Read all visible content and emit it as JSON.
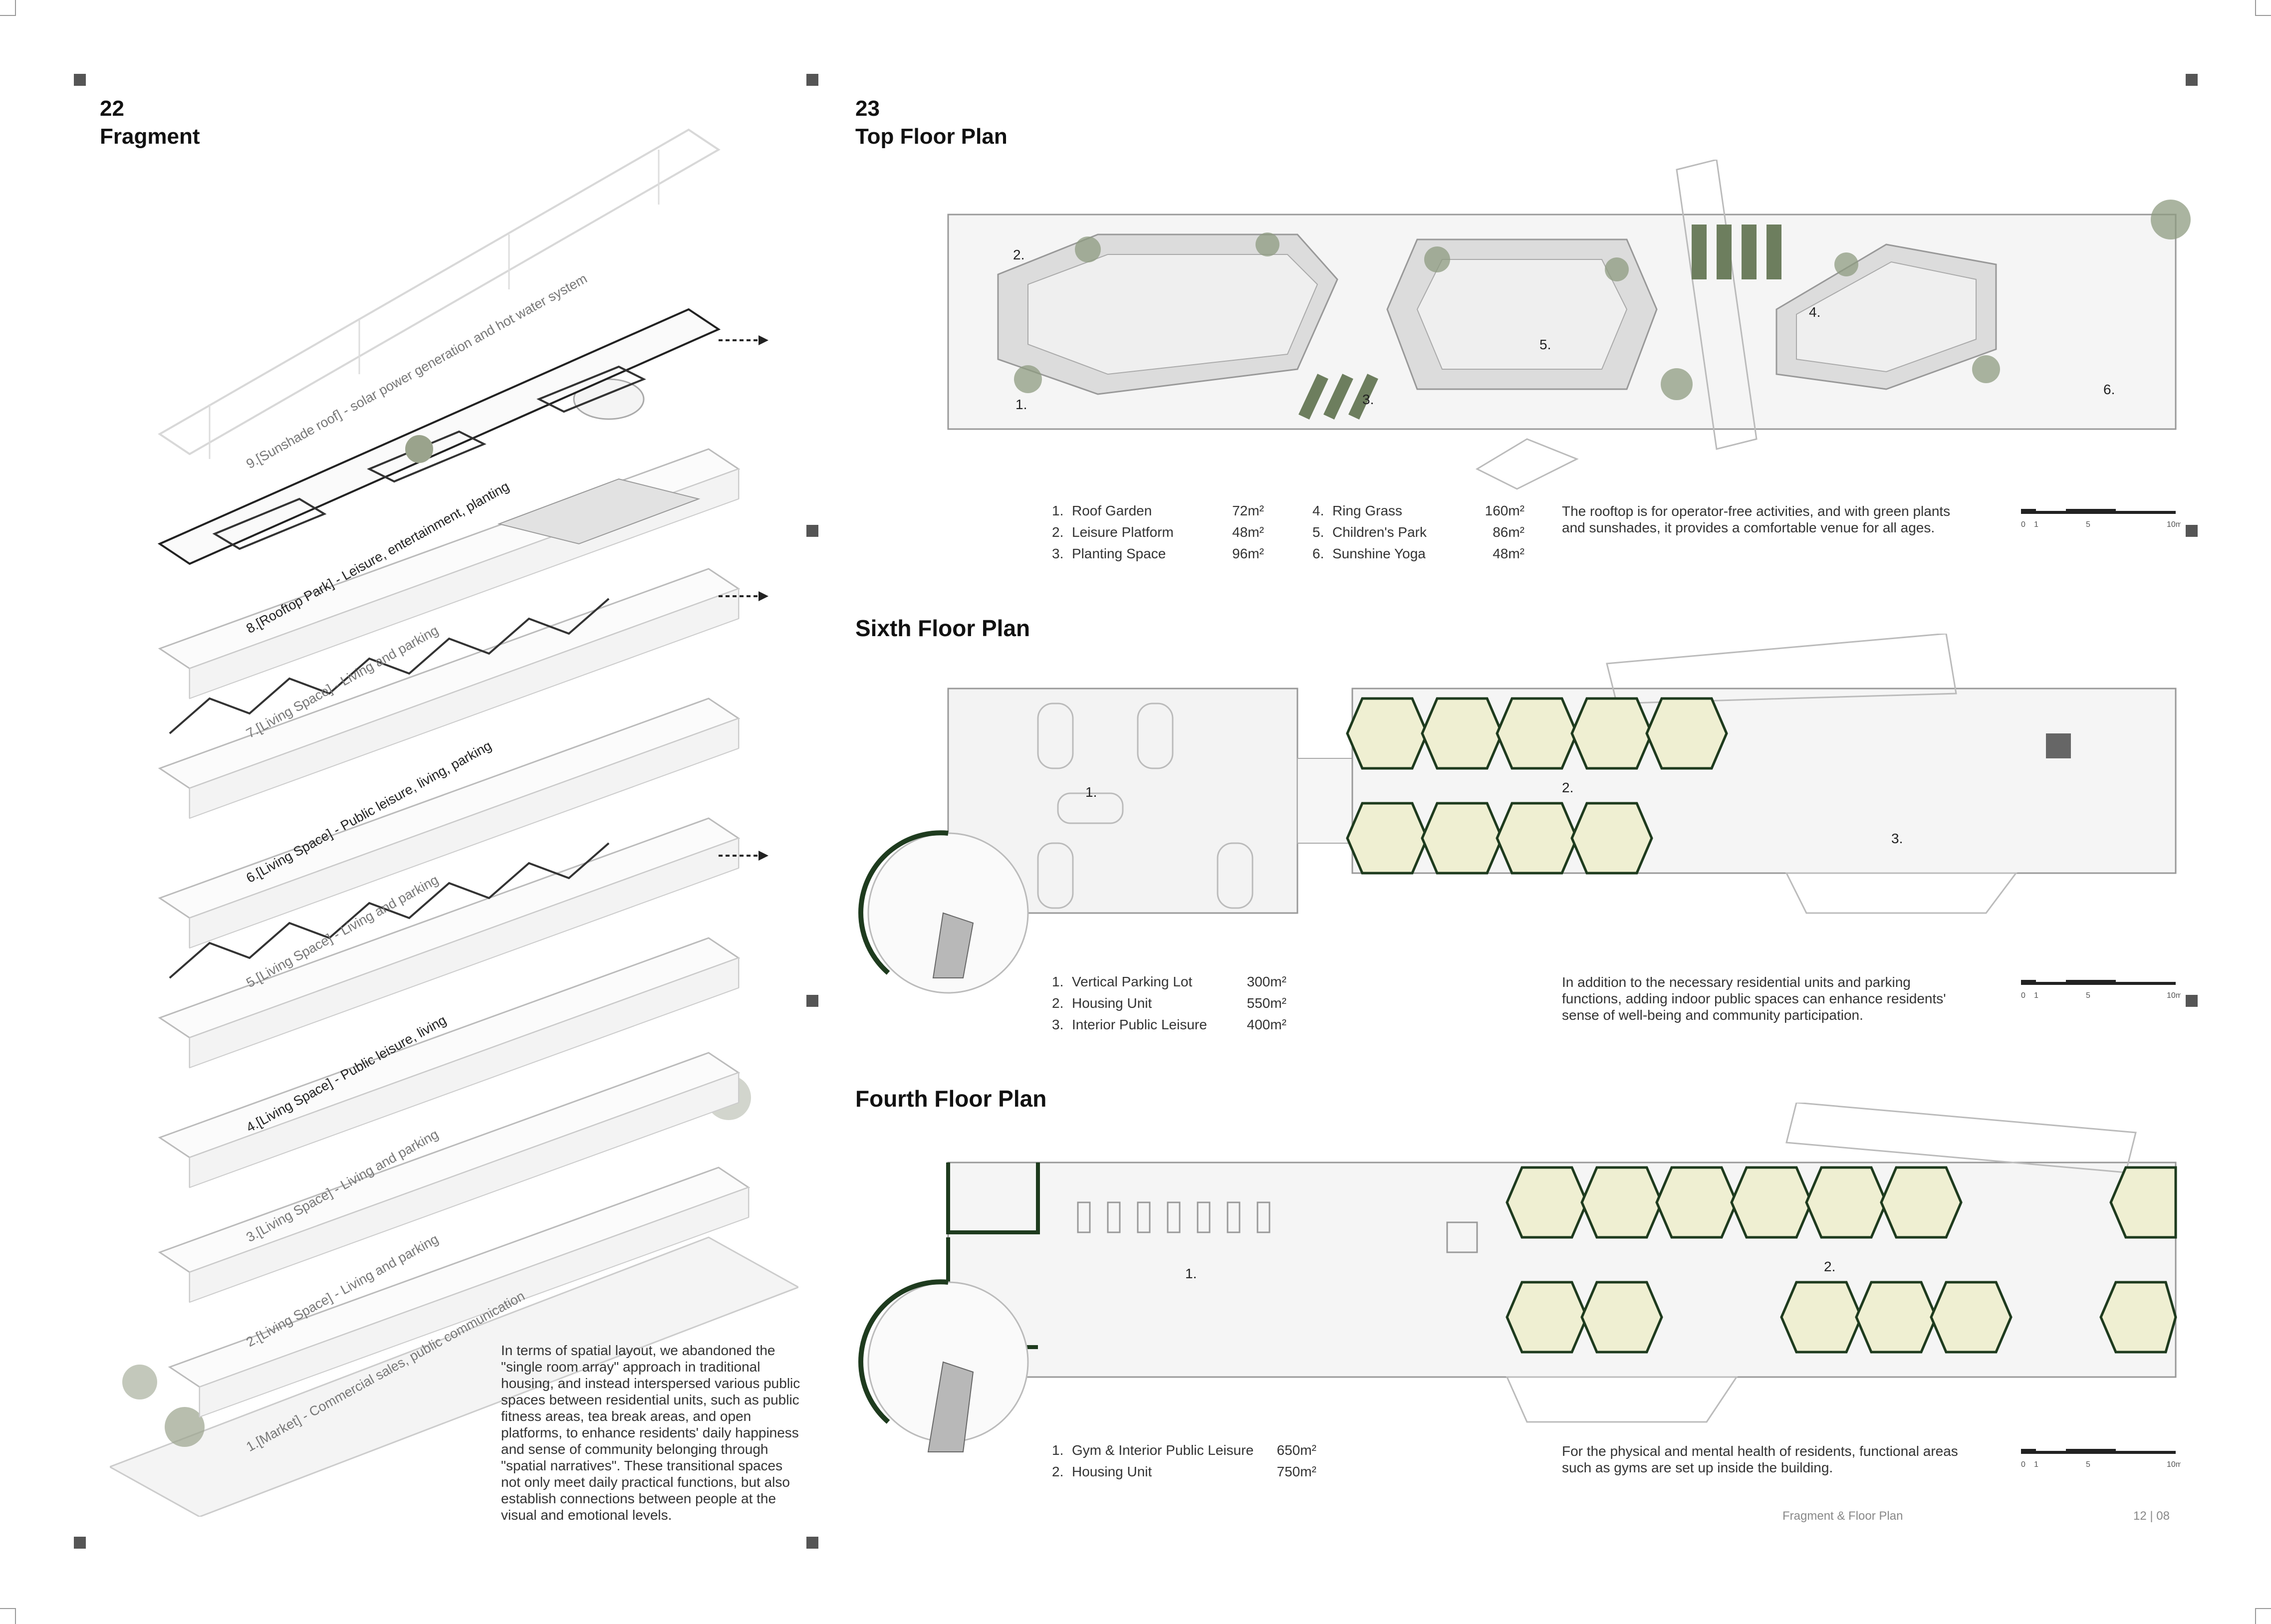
{
  "section22": {
    "number": "22",
    "title": "Fragment"
  },
  "section23": {
    "number": "23",
    "title": "Top Floor Plan"
  },
  "layers": [
    "9.[Sunshade roof] - solar power generation and hot water system",
    "8.[Rooftop Park] - Leisure, entertainment, planting",
    "7.[Living Space] - Living and parking",
    "6.[Living Space] - Public leisure, living, parking",
    "5.[Living Space] - Living and parking",
    "4.[Living Space] - Public leisure, living",
    "3.[Living Space] - Living and parking",
    "2.[Living Space] - Living and parking",
    "1.[Market] - Commercial sales, public communication"
  ],
  "fragment_text": "In terms of spatial layout, we abandoned the \"single room array\" approach in traditional housing, and instead interspersed various public spaces between residential units, such as public fitness areas, tea break areas, and open platforms, to enhance residents' daily happiness and sense of community belonging through \"spatial narratives\". These transitional spaces not only meet daily practical functions, but also establish connections between people at the visual and emotional levels.",
  "top_floor": {
    "legend_left": [
      {
        "num": "1.",
        "label": "Roof Garden",
        "area": "72m²"
      },
      {
        "num": "2.",
        "label": "Leisure Platform",
        "area": "48m²"
      },
      {
        "num": "3.",
        "label": "Planting Space",
        "area": "96m²"
      }
    ],
    "legend_right": [
      {
        "num": "4.",
        "label": "Ring Grass",
        "area": "160m²"
      },
      {
        "num": "5.",
        "label": "Children's Park",
        "area": "86m²"
      },
      {
        "num": "6.",
        "label": "Sunshine Yoga",
        "area": "48m²"
      }
    ],
    "description": "The rooftop is for operator-free activities, and with green plants and sunshades, it provides a comfortable venue for all ages.",
    "plan_labels": [
      "1.",
      "2.",
      "3.",
      "4.",
      "5.",
      "6."
    ]
  },
  "sixth_floor": {
    "title": "Sixth Floor Plan",
    "legend": [
      {
        "num": "1.",
        "label": "Vertical Parking Lot",
        "area": "300m²"
      },
      {
        "num": "2.",
        "label": "Housing Unit",
        "area": "550m²"
      },
      {
        "num": "3.",
        "label": "Interior Public Leisure",
        "area": "400m²"
      }
    ],
    "description": "In addition to the necessary residential units and parking functions, adding indoor public spaces can enhance residents' sense of well-being and community participation.",
    "plan_labels": [
      "1.",
      "2.",
      "3."
    ]
  },
  "fourth_floor": {
    "title": "Fourth Floor Plan",
    "legend": [
      {
        "num": "1.",
        "label": "Gym & Interior Public Leisure",
        "area": "650m²"
      },
      {
        "num": "2.",
        "label": "Housing Unit",
        "area": "750m²"
      }
    ],
    "description": "For the physical and mental health of residents, functional areas such as gyms are set up inside the building.",
    "plan_labels": [
      "1.",
      "2."
    ]
  },
  "scale_ticks": [
    "0",
    "1",
    "5",
    "10m"
  ],
  "footer": {
    "caption": "Fragment & Floor Plan",
    "page": "12 | 08"
  },
  "colors": {
    "dark_green": "#1e3b1e",
    "unit_yellow": "#efefd2",
    "plan_gray": "#ececec",
    "tree_green": "#8a9a7a"
  }
}
